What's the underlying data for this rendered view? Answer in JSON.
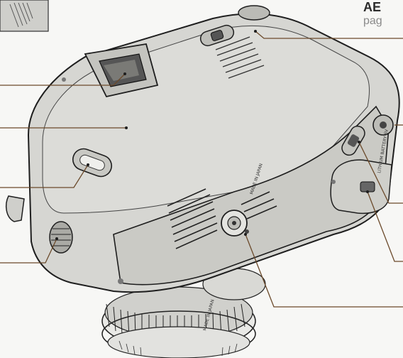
{
  "caption": {
    "title": "AE",
    "subtitle": "pag"
  },
  "engravings": {
    "made_in_japan_body": "MADE IN JAPAN",
    "made_in_japan_lens": "MADE IN JAPAN",
    "battery_label": "LITHIUM BATTERY 6V"
  },
  "colors": {
    "background": "#f7f7f5",
    "body_fill": "#d6d6d2",
    "body_shade": "#bdbdb8",
    "outline": "#1e1e1e",
    "callout_line": "#6b4a2b",
    "lens_ring": "#9a9a96"
  },
  "callouts": [
    {
      "id": "viewfinder-eyepiece"
    },
    {
      "id": "top-cover"
    },
    {
      "id": "strap-eyelet"
    },
    {
      "id": "strap-lug"
    },
    {
      "id": "side-connector"
    },
    {
      "id": "top-slider"
    },
    {
      "id": "rewind-crank"
    },
    {
      "id": "battery-compartment"
    },
    {
      "id": "tripod-socket"
    }
  ]
}
